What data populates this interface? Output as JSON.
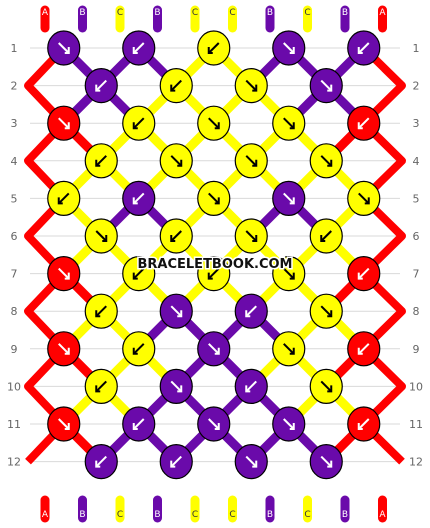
{
  "watermark": "BRACELETBOOK.COM",
  "colors": {
    "A": "#ff0000",
    "B": "#6a0aaa",
    "C": "#ffff00"
  },
  "strings_top": [
    "A",
    "B",
    "C",
    "B",
    "C",
    "C",
    "B",
    "C",
    "B",
    "A"
  ],
  "strings_bottom": [
    "A",
    "B",
    "C",
    "B",
    "C",
    "C",
    "B",
    "C",
    "B",
    "A"
  ],
  "row_labels": [
    "1",
    "2",
    "3",
    "4",
    "5",
    "6",
    "7",
    "8",
    "9",
    "10",
    "11",
    "12"
  ],
  "knots": [
    [
      "B",
      "B",
      "C",
      "B",
      "B"
    ],
    [
      "B",
      "C",
      "C",
      "B"
    ],
    [
      "A",
      "C",
      "C",
      "C",
      "A"
    ],
    [
      "C",
      "C",
      "C",
      "C"
    ],
    [
      "C",
      "B",
      "C",
      "B",
      "C"
    ],
    [
      "C",
      "C",
      "C",
      "C"
    ],
    [
      "A",
      "C",
      "C",
      "C",
      "A"
    ],
    [
      "C",
      "B",
      "B",
      "C"
    ],
    [
      "A",
      "C",
      "B",
      "C",
      "A"
    ],
    [
      "C",
      "B",
      "B",
      "C"
    ],
    [
      "A",
      "B",
      "B",
      "B",
      "A"
    ],
    [
      "B",
      "B",
      "B",
      "B"
    ]
  ],
  "arrows": [
    [
      "se",
      "sw",
      "sw",
      "se",
      "sw"
    ],
    [
      "sw",
      "sw",
      "se",
      "se"
    ],
    [
      "se",
      "sw",
      "se",
      "se",
      "sw"
    ],
    [
      "sw",
      "se",
      "se",
      "se"
    ],
    [
      "sw",
      "sw",
      "se",
      "se",
      "se"
    ],
    [
      "se",
      "sw",
      "se",
      "sw"
    ],
    [
      "se",
      "sw",
      "sw",
      "se",
      "sw"
    ],
    [
      "sw",
      "se",
      "sw",
      "se"
    ],
    [
      "se",
      "sw",
      "se",
      "se",
      "sw"
    ],
    [
      "sw",
      "se",
      "sw",
      "se"
    ],
    [
      "se",
      "sw",
      "se",
      "se",
      "sw"
    ],
    [
      "sw",
      "sw",
      "se",
      "se"
    ]
  ]
}
